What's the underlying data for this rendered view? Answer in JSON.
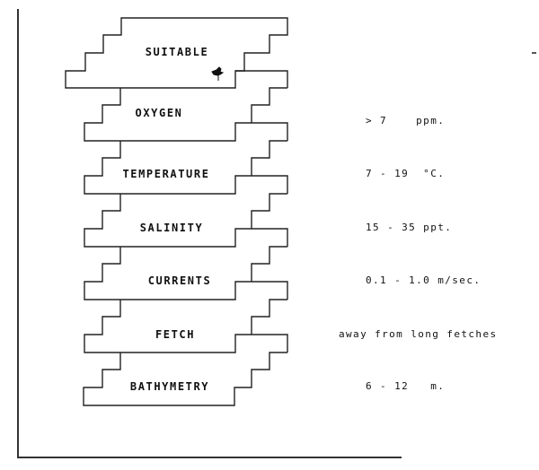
{
  "diagram": {
    "type": "stacked-criteria-blocks",
    "top_block": {
      "label": "SUITABLE"
    },
    "criteria": [
      {
        "label": "OXYGEN",
        "value": "> 7    ppm."
      },
      {
        "label": "TEMPERATURE",
        "value": "7 - 19  °C."
      },
      {
        "label": "SALINITY",
        "value": "15 - 35 ppt."
      },
      {
        "label": "CURRENTS",
        "value": "0.1 - 1.0 m/sec."
      },
      {
        "label": "FETCH",
        "value": "away from long fetches"
      },
      {
        "label": "BATHYMETRY",
        "value": "6 - 12   m."
      }
    ],
    "icons": {
      "suitable_mark": "fish-mark-icon"
    },
    "colors": {
      "line": "#222222",
      "background": "#ffffff",
      "text": "#111111"
    }
  }
}
